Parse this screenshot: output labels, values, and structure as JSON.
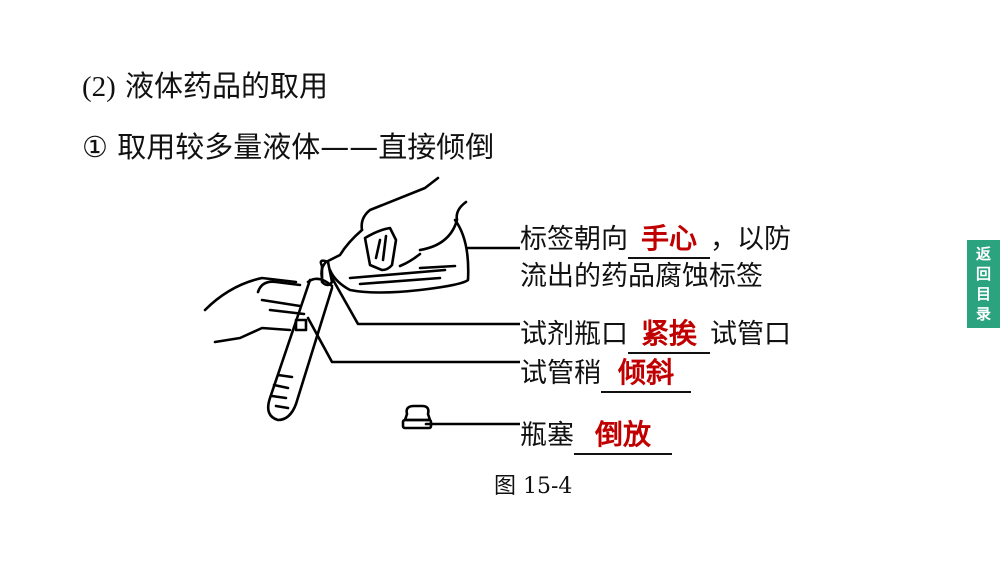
{
  "heading": {
    "number": "(2)",
    "title": "液体药品的取用"
  },
  "subheading": {
    "marker": "①",
    "text": "取用较多量液体——直接倾倒"
  },
  "labels": {
    "label1": {
      "prefix": "标签朝向",
      "answer": "手心",
      "suffix": "，以防",
      "line2": "流出的药品腐蚀标签"
    },
    "label2": {
      "prefix": "试剂瓶口",
      "answer": "紧挨",
      "suffix": "试管口"
    },
    "label3": {
      "prefix": "试管稍",
      "answer": "倾斜"
    },
    "label4": {
      "prefix": "瓶塞",
      "answer": "倒放"
    }
  },
  "figure_caption": "图 15-4",
  "nav": {
    "back_button": [
      "返",
      "回",
      "目",
      "录"
    ],
    "back_button_color": "#2ba37f"
  },
  "colors": {
    "answer": "#c00000"
  }
}
